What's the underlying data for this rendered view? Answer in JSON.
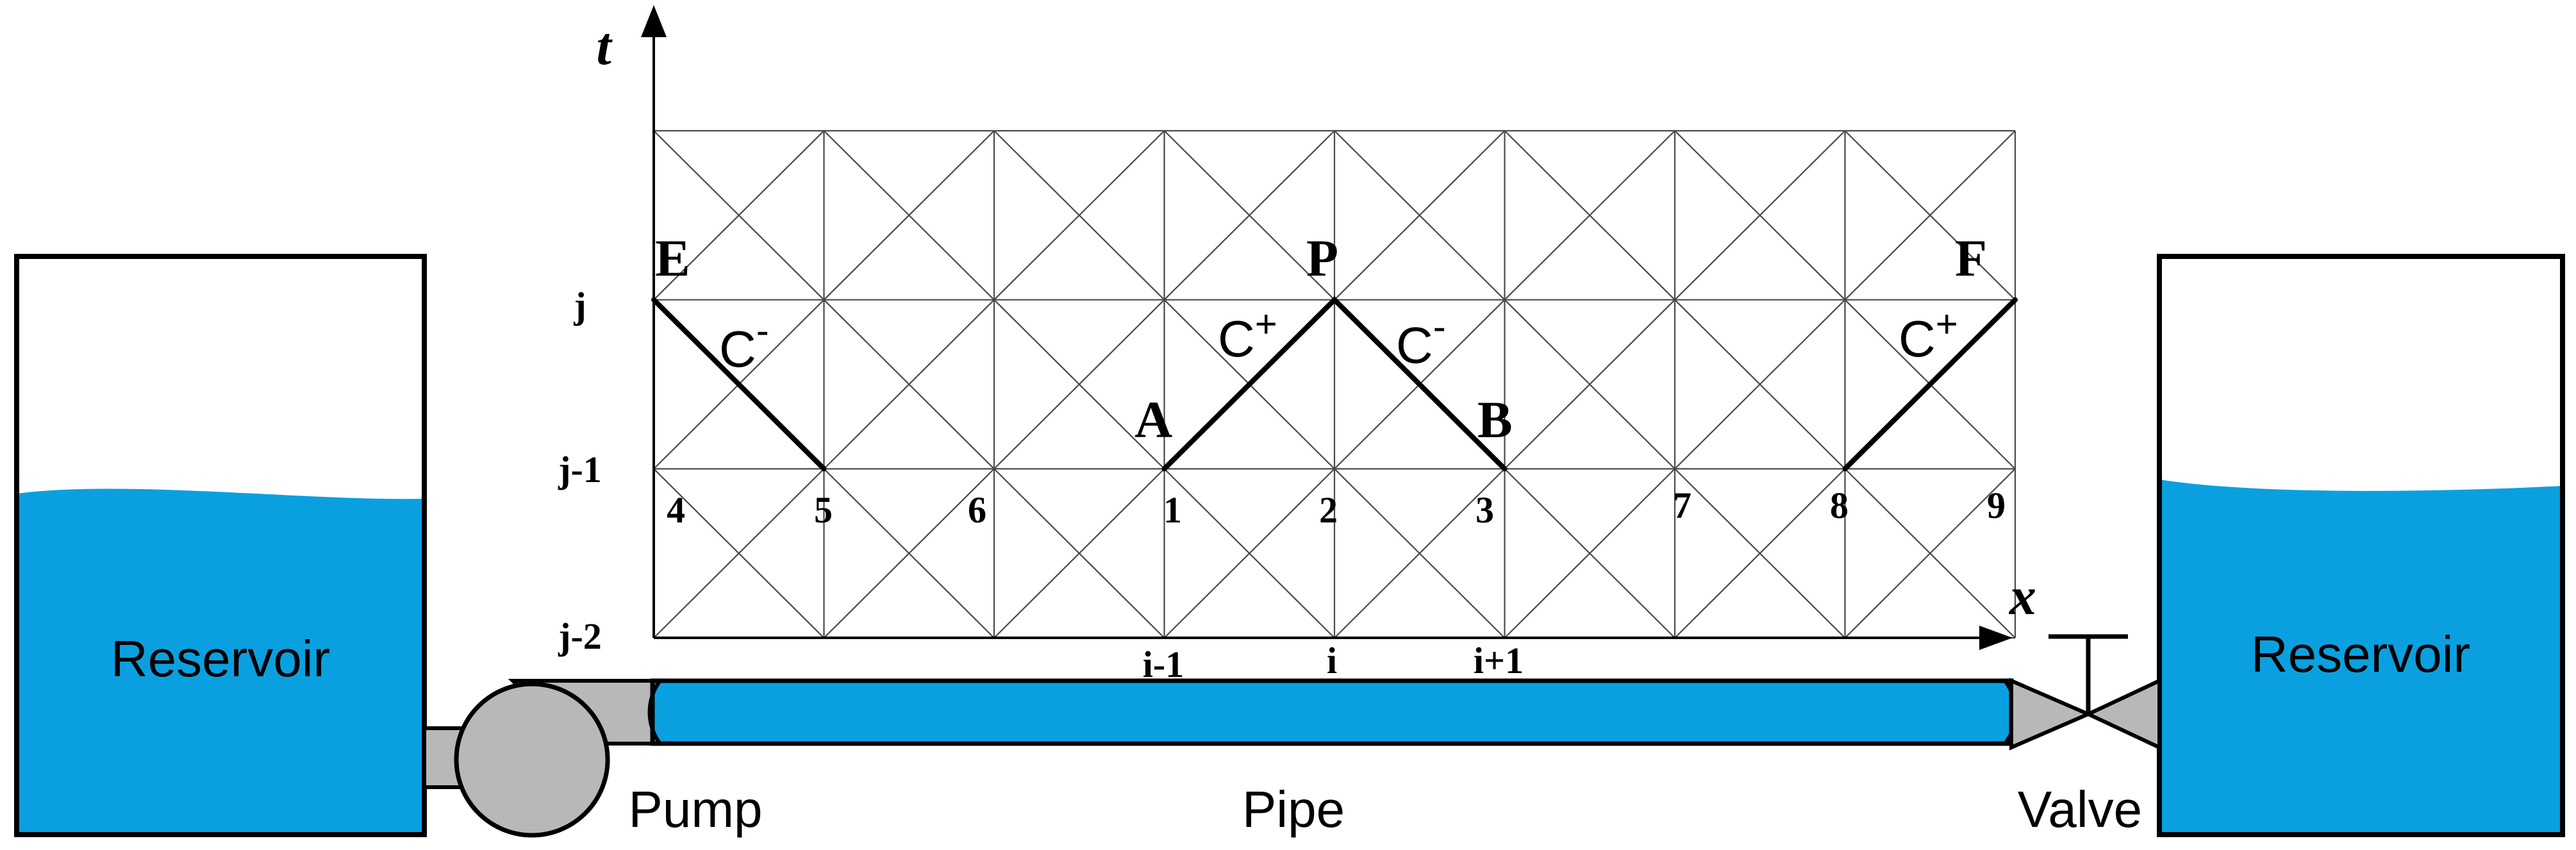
{
  "axes": {
    "t": "t",
    "x": "x"
  },
  "row_labels": [
    "j",
    "j-1",
    "j-2"
  ],
  "col_labels": [
    "i-1",
    "i",
    "i+1"
  ],
  "node_labels": [
    "4",
    "5",
    "6",
    "1",
    "2",
    "3",
    "7",
    "8",
    "9"
  ],
  "points": {
    "E": "E",
    "P": "P",
    "F": "F",
    "A": "A",
    "B": "B"
  },
  "characteristics": [
    {
      "base": "C",
      "sign": "-"
    },
    {
      "base": "C",
      "sign": "+"
    },
    {
      "base": "C",
      "sign": "-"
    },
    {
      "base": "C",
      "sign": "+"
    }
  ],
  "components": {
    "reservoir_left": "Reservoir",
    "reservoir_right": "Reservoir",
    "pump": "Pump",
    "pipe": "Pipe",
    "valve": "Valve"
  },
  "colors": {
    "water": "#0aa0e0",
    "pump_gray": "#b8b8b8",
    "grid": "#4a4a4a",
    "outline": "#000000"
  }
}
